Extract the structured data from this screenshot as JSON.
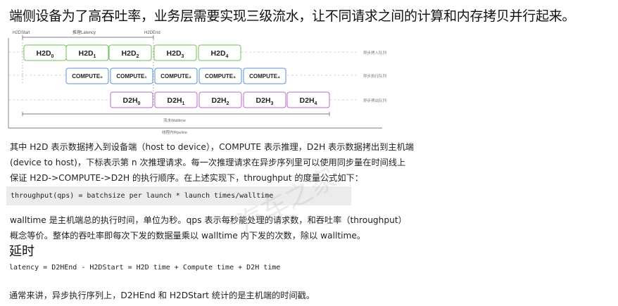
{
  "heading": "端侧设备为了高吞吐率，业务层需要实现三级流水，让不同请求之间的计算和内存拷贝并行起来。",
  "diagram": {
    "top_labels": {
      "start": "H2DStart",
      "latency": "推理Latency",
      "end": "H2DEnd"
    },
    "h2d_boxes": [
      "H2D",
      "H2D",
      "H2D",
      "H2D",
      "H2D"
    ],
    "h2d_subs": [
      "0",
      "1",
      "2",
      "3",
      "4"
    ],
    "compute_boxes": [
      "COMPUTE₀",
      "COMPUTE₁",
      "COMPUTE₂",
      "COMPUTE₃",
      "COMPUTE₄"
    ],
    "d2h_boxes": [
      "D2H",
      "D2H",
      "D2H",
      "D2H",
      "D2H"
    ],
    "d2h_subs": [
      "0",
      "1",
      "2",
      "3",
      "4"
    ],
    "queue_labels": [
      "异步拷入队列",
      "异步执行队列",
      "异步拷出队列"
    ],
    "walltime_label": "流水Walltime",
    "pipeline_label": "线程内Pipeline",
    "colors": {
      "h2d": "#6cc25a",
      "compute": "#5b8fd6",
      "d2h": "#b46cc8"
    }
  },
  "para1": {
    "line1": "其中 H2D 表示数据拷入到设备端（host to device），COMPUTE 表示推理，D2H 表示数据拷出到主机端",
    "line2": "(device to host)，下标表示第 n 次推理请求。每一次推理请求在异步序列里可以使用同步量在时间线上",
    "line3": "保证 H2D->COMPUTE->D2H 的执行顺序。在上述实现下，throughput 的度量公式如下："
  },
  "code1": "throughput(qps) = batchsize per launch * launch times/walltime",
  "para2": {
    "line1": "walltime 是主机端总的执行时间，单位为秒。qps 表示每秒能处理的请求数，和吞吐率（throughput）",
    "line2": "概念等价。整体的吞吐率即每次下发的数据量乘以 walltime 内下发的次数，除以 walltime。"
  },
  "section_title": "延时",
  "code2": "latency = D2HEnd - H2DStart = H2D time + Compute time + D2H time",
  "note": "通常来讲，异步执行序列上，D2HEnd 和 H2DStart 统计的是主机端的时间戳。",
  "watermark": "汽车之家"
}
